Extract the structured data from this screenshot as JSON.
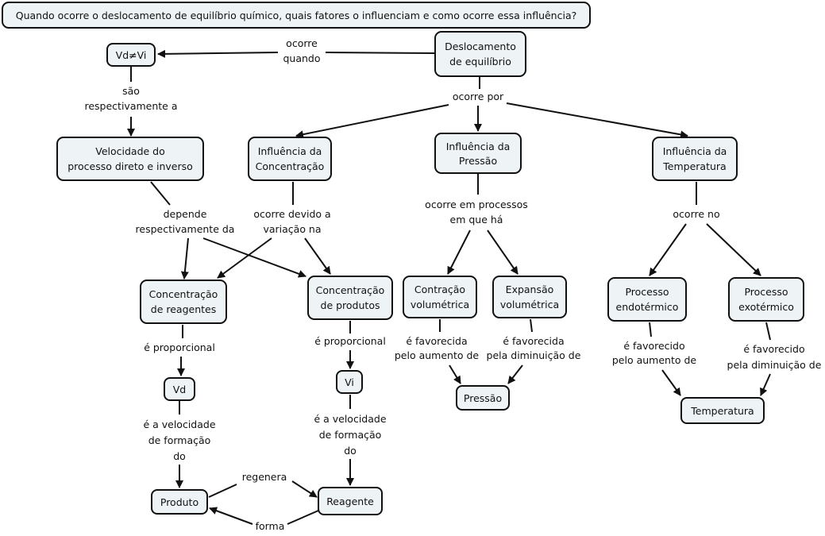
{
  "question": "Quando ocorre o deslocamento de equilíbrio químico, quais fatores o influenciam e como ocorre essa influência?",
  "concepts": {
    "deslocamento": [
      "Deslocamento",
      "de equilíbrio"
    ],
    "vd_vi": "Vd≠Vi",
    "velocidade": [
      "Velocidade do",
      "processo direto e inverso"
    ],
    "inf_concentracao": [
      "Influência da",
      "Concentração"
    ],
    "inf_pressao": [
      "Influência da",
      "Pressão"
    ],
    "inf_temperatura": [
      "Influência da",
      "Temperatura"
    ],
    "conc_reagentes": [
      "Concentração",
      "de reagentes"
    ],
    "conc_produtos": [
      "Concentração",
      "de produtos"
    ],
    "contracao": [
      "Contração",
      "volumétrica"
    ],
    "expansao": [
      "Expansão",
      "volumétrica"
    ],
    "endotermico": [
      "Processo",
      "endotérmico"
    ],
    "exotermico": [
      "Processo",
      "exotérmico"
    ],
    "vd": "Vd",
    "vi": "Vi",
    "pressao": "Pressão",
    "temperatura": "Temperatura",
    "produto": "Produto",
    "reagente": "Reagente"
  },
  "links": {
    "ocorre_quando": [
      "ocorre",
      "quando"
    ],
    "sao_resp": [
      "são",
      "respectivamente a"
    ],
    "ocorre_por": "ocorre por",
    "depende": [
      "depende",
      "respectivamente da"
    ],
    "devido": [
      "ocorre devido a",
      "variação na"
    ],
    "processos": [
      "ocorre em processos",
      "em que há"
    ],
    "ocorre_no": "ocorre no",
    "prop1": "é proporcional",
    "prop2": "é proporcional",
    "fav_aum": [
      "é favorecida",
      "pelo aumento de"
    ],
    "fav_dim": [
      "é favorecida",
      "pela diminuição de"
    ],
    "favo_aum": [
      "é favorecido",
      "pelo aumento de"
    ],
    "favo_dim": [
      "é favorecido",
      "pela diminuição de"
    ],
    "vel1": [
      "é a velocidade",
      "de formação",
      "do"
    ],
    "vel2": [
      "é a velocidade",
      "de formação",
      "do"
    ],
    "regenera": "regenera",
    "forma": "forma"
  }
}
